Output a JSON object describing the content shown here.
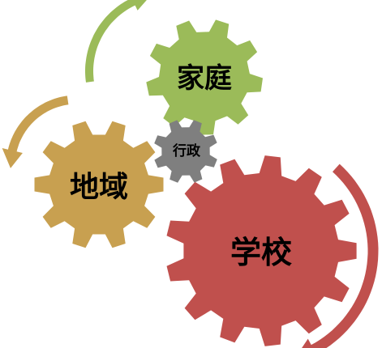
{
  "diagram": {
    "gears": [
      {
        "id": "family",
        "label": "家庭",
        "color": "#9bbb59"
      },
      {
        "id": "community",
        "label": "地域",
        "color": "#c8a050"
      },
      {
        "id": "administration",
        "label": "行政",
        "color": "#7f7f7f"
      },
      {
        "id": "school",
        "label": "学校",
        "color": "#c0504d"
      }
    ],
    "arrows": [
      {
        "id": "green-arrow",
        "color": "#9bbb59"
      },
      {
        "id": "gold-arrow",
        "color": "#c8a050"
      },
      {
        "id": "red-arrow",
        "color": "#c0504d"
      }
    ]
  }
}
